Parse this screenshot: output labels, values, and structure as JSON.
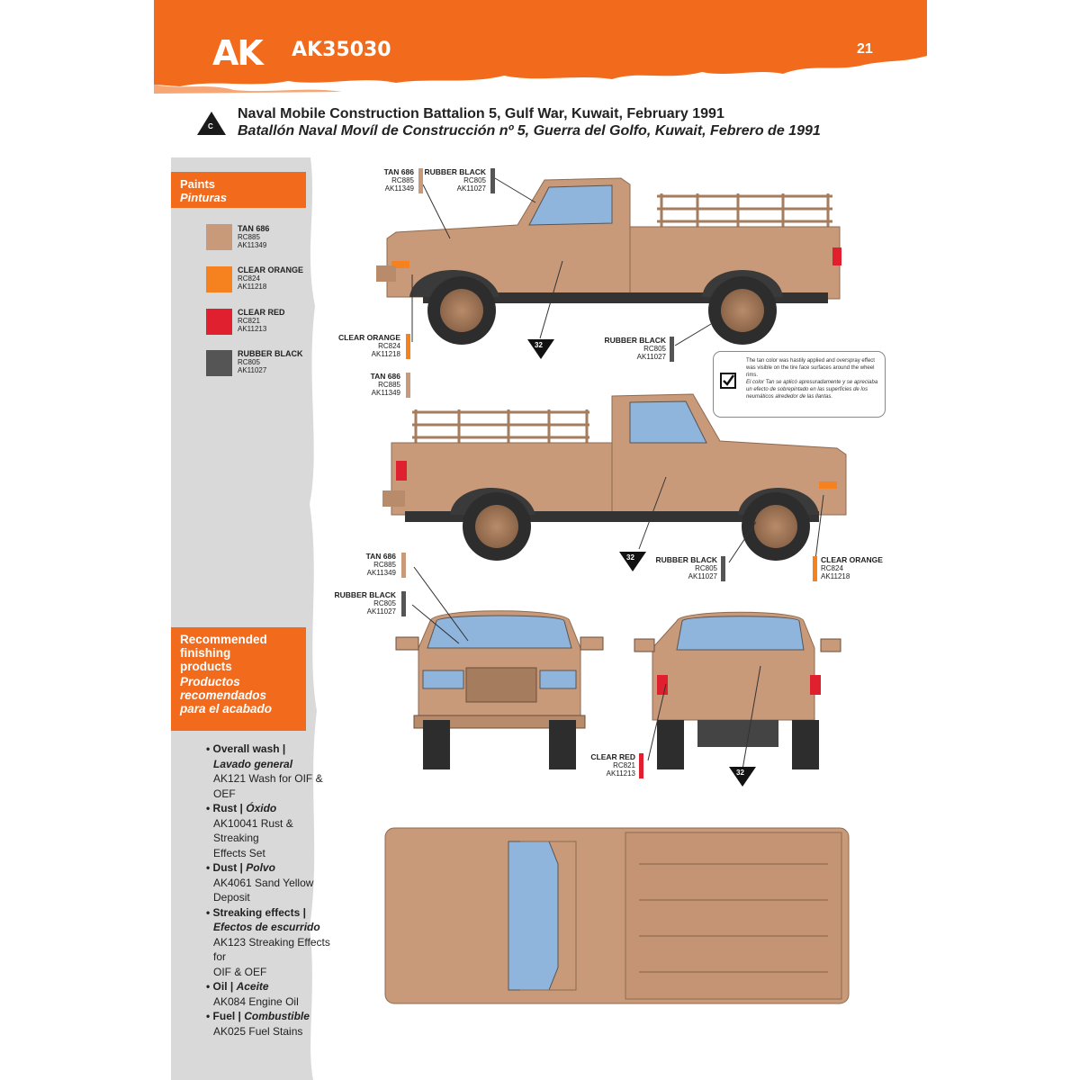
{
  "header": {
    "brand": "AK",
    "product_code": "AK35030",
    "page_number": "21",
    "accent_color": "#f26a1b"
  },
  "title": {
    "marker": "C",
    "english": "Naval Mobile Construction Battalion 5, Gulf War, Kuwait, February 1991",
    "spanish": "Batallón Naval Movíl de Construcción nº 5, Guerra del Golfo, Kuwait, Febrero de 1991"
  },
  "paints": {
    "heading_en": "Paints",
    "heading_es": "Pinturas",
    "items": [
      {
        "name": "TAN 686",
        "code1": "RC885",
        "code2": "AK11349",
        "color": "#c99a7a"
      },
      {
        "name": "CLEAR ORANGE",
        "code1": "RC824",
        "code2": "AK11218",
        "color": "#f5821f"
      },
      {
        "name": "CLEAR RED",
        "code1": "RC821",
        "code2": "AK11213",
        "color": "#e0202e"
      },
      {
        "name": "RUBBER BLACK",
        "code1": "RC805",
        "code2": "AK11027",
        "color": "#555555"
      }
    ]
  },
  "finishing": {
    "heading_en_1": "Recommended",
    "heading_en_2": "finishing",
    "heading_en_3": "products",
    "heading_es_1": "Productos",
    "heading_es_2": "recomendados",
    "heading_es_3": "para el acabado",
    "items": [
      {
        "title": "• Overall wash |",
        "subtitle": "Lavado general",
        "product": "AK121 Wash for OIF & OEF"
      },
      {
        "title": "• Rust |",
        "subtitle": "Óxido",
        "product": "AK10041 Rust & Streaking",
        "product2": "Effects Set"
      },
      {
        "title": "• Dust |",
        "subtitle": "Polvo",
        "product": "AK4061 Sand Yellow Deposit"
      },
      {
        "title": "• Streaking effects |",
        "subtitle": "Efectos de escurrido",
        "product": "AK123 Streaking Effects for",
        "product2": "OIF & OEF"
      },
      {
        "title": "• Oil |",
        "subtitle": "Aceite",
        "product": "AK084 Engine Oil"
      },
      {
        "title": "• Fuel |",
        "subtitle": "Combustible",
        "product": "AK025 Fuel Stains"
      }
    ]
  },
  "callouts": {
    "c1": {
      "name": "TAN 686",
      "code1": "RC885",
      "code2": "AK11349"
    },
    "c2": {
      "name": "RUBBER BLACK",
      "code1": "RC805",
      "code2": "AK11027"
    },
    "c3": {
      "name": "CLEAR ORANGE",
      "code1": "RC824",
      "code2": "AK11218"
    },
    "c4": {
      "name": "TAN 686",
      "code1": "RC885",
      "code2": "AK11349"
    },
    "c5": {
      "name": "RUBBER BLACK",
      "code1": "RC805",
      "code2": "AK11027"
    },
    "c6": {
      "name": "RUBBER BLACK",
      "code1": "RC805",
      "code2": "AK11027"
    },
    "c7": {
      "name": "CLEAR ORANGE",
      "code1": "RC824",
      "code2": "AK11218"
    },
    "c8": {
      "name": "TAN 686",
      "code1": "RC885",
      "code2": "AK11349"
    },
    "c9": {
      "name": "RUBBER BLACK",
      "code1": "RC805",
      "code2": "AK11027"
    },
    "c10": {
      "name": "CLEAR RED",
      "code1": "RC821",
      "code2": "AK11213"
    }
  },
  "decal_number": "32",
  "note": {
    "english": "The tan color was hastily applied and overspray effect was visible on the tire face surfaces around the wheel rims.",
    "spanish": "El color Tan se aplicó apresuradamente y se apreciaba un efecto de sobrepintado en las superficies de los neumáticos alrededor de las llantas."
  },
  "colors": {
    "tan": "#c99a7a",
    "tan_dark": "#a67c5e",
    "glass": "#8fb5dd",
    "rubber": "#3a3a3a"
  }
}
